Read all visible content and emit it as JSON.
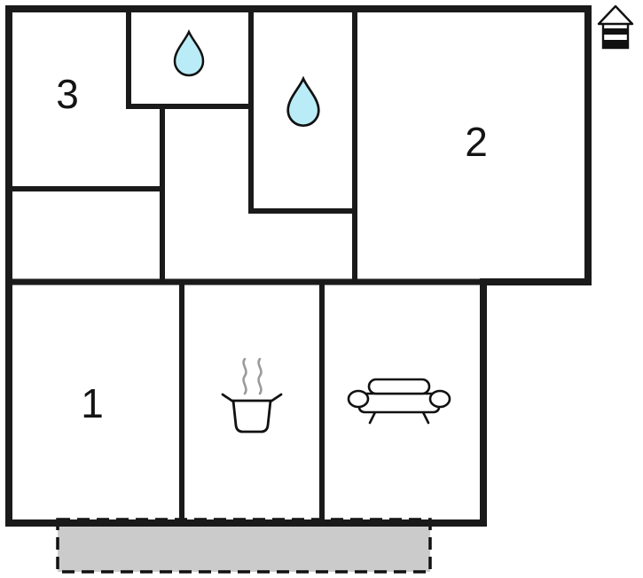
{
  "rooms": {
    "room1": {
      "label": "1"
    },
    "room2": {
      "label": "2"
    },
    "room3": {
      "label": "3"
    }
  },
  "icons": [
    "water-drop-icon",
    "water-drop-icon",
    "cooking-pot-icon",
    "sofa-icon",
    "north-indicator-icon",
    "terrace-area"
  ],
  "colors": {
    "wall": "#1a1a1a",
    "terrace_fill": "#cbcbcb",
    "water_drop_fill": "#b9ecf6",
    "steam": "#9b9b9b",
    "icon_stroke": "#111111"
  }
}
